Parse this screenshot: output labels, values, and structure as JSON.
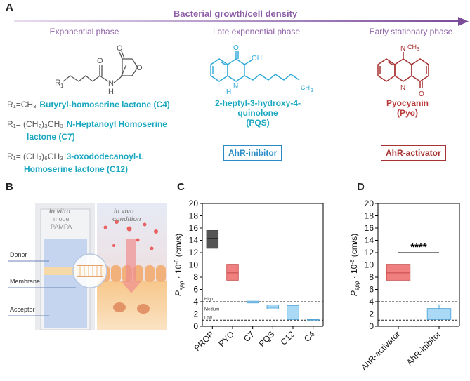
{
  "panels": {
    "a": "A",
    "b": "B",
    "c": "C",
    "d": "D"
  },
  "header": {
    "arrow_label": "Bacterial growth/cell density"
  },
  "phases": {
    "exponential": "Exponential phase",
    "late_exponential": "Late exponential phase",
    "early_stationary": "Early stationary phase"
  },
  "molecules": {
    "hsl_r": "R",
    "hsl_r_sub": "1",
    "hsl_o": "O",
    "hsl_n": "N",
    "hsl_h": "H",
    "pqs_oh": "OH",
    "pqs_o": "O",
    "pqs_n": "N",
    "pqs_h": "H",
    "pqs_ch3": "CH",
    "pqs_ch3_sub": "3",
    "pyo_n_top": "N",
    "pyo_ch3": "CH",
    "pyo_ch3_sub": "3",
    "pyo_n_bot": "N",
    "pyo_o": "O"
  },
  "compounds": [
    {
      "r_group": "R₁=CH₃",
      "name_line1": "Butyryl-homoserine lactone (C4)",
      "name_line2": ""
    },
    {
      "r_group": "R₁= (CH₂)₃CH₃",
      "name_line1": "N-Heptanoyl Homoserine",
      "name_line2": "lactone (C7)"
    },
    {
      "r_group": "R₁= (CH₂)₆CH₃",
      "name_line1": "3-oxododecanoyl-L",
      "name_line2": "Homoserine lactone (C12)"
    }
  ],
  "pqs": {
    "line1": "2-heptyl-3-hydroxy-4-quinolone",
    "line2": "(PQS)"
  },
  "pyo": {
    "line1": "Pyocyanin",
    "line2": "(Pyo)"
  },
  "boxes": {
    "inhibitor": "AhR-inibitor",
    "activator": "AhR-activator"
  },
  "panel_b": {
    "in_vitro": [
      "In vitro",
      "model",
      "PAMPA"
    ],
    "in_vivo": [
      "In vivo",
      "condition"
    ],
    "donor": "Donor",
    "membrane": "Membrane",
    "acceptor": "Acceptor"
  },
  "colors": {
    "purple": "#8e5fa8",
    "teal": "#1aa7c0",
    "red": "#b83a3a",
    "blue": "#2a8cc7"
  },
  "chart_data": [
    {
      "type": "box",
      "panel": "C",
      "ylabel": "P_app · 10^-6 (cm/s)",
      "ylabel_parts": {
        "p": "P",
        "sub": "app",
        "mid": " · 10",
        "sup": "-6",
        "end": " (cm/s)"
      },
      "ylim": [
        0,
        20
      ],
      "yticks": [
        0,
        2,
        4,
        6,
        8,
        10,
        12,
        14,
        16,
        18,
        20
      ],
      "categories": [
        "PROP",
        "PYO",
        "C7",
        "PQS",
        "C12",
        "C4"
      ],
      "boxes": [
        {
          "q1": 12.7,
          "median": 14.3,
          "q3": 15.6,
          "color": "#555555"
        },
        {
          "q1": 7.5,
          "median": 8.7,
          "q3": 10.1,
          "color": "#f07f7f"
        },
        {
          "q1": 3.8,
          "median": 3.95,
          "q3": 4.1,
          "color": "#a9d9f5"
        },
        {
          "q1": 2.8,
          "median": 3.1,
          "q3": 3.5,
          "color": "#a9d9f5"
        },
        {
          "q1": 1.1,
          "median": 2.0,
          "q3": 3.4,
          "color": "#a9d9f5"
        },
        {
          "q1": 1.0,
          "median": 1.1,
          "q3": 1.2,
          "color": "#a9d9f5"
        }
      ],
      "reference_lines": [
        {
          "value": 4,
          "label": "High"
        },
        {
          "value": 1,
          "label": "Low"
        }
      ],
      "band_label": {
        "value": 2.6,
        "label": "Medium"
      }
    },
    {
      "type": "box",
      "panel": "D",
      "ylabel": "P_app · 10^-6 (cm/s)",
      "ylabel_parts": {
        "p": "P",
        "sub": "app",
        "mid": " · 10",
        "sup": "-6",
        "end": " (cm/s)"
      },
      "ylim": [
        0,
        20
      ],
      "yticks": [
        0,
        2,
        4,
        6,
        8,
        10,
        12,
        14,
        16,
        18,
        20
      ],
      "categories": [
        "AhR-activator",
        "AhR-inibitor"
      ],
      "boxes": [
        {
          "q1": 7.5,
          "median": 8.7,
          "q3": 10.1,
          "color": "#f07f7f"
        },
        {
          "q1": 1.1,
          "median": 2.0,
          "q3": 2.9,
          "whisker_high": 3.5,
          "color": "#a9d9f5"
        }
      ],
      "reference_lines": [
        {
          "value": 4,
          "label": ""
        },
        {
          "value": 1,
          "label": ""
        }
      ],
      "significance": {
        "label": "****",
        "y": 12.0
      }
    }
  ]
}
